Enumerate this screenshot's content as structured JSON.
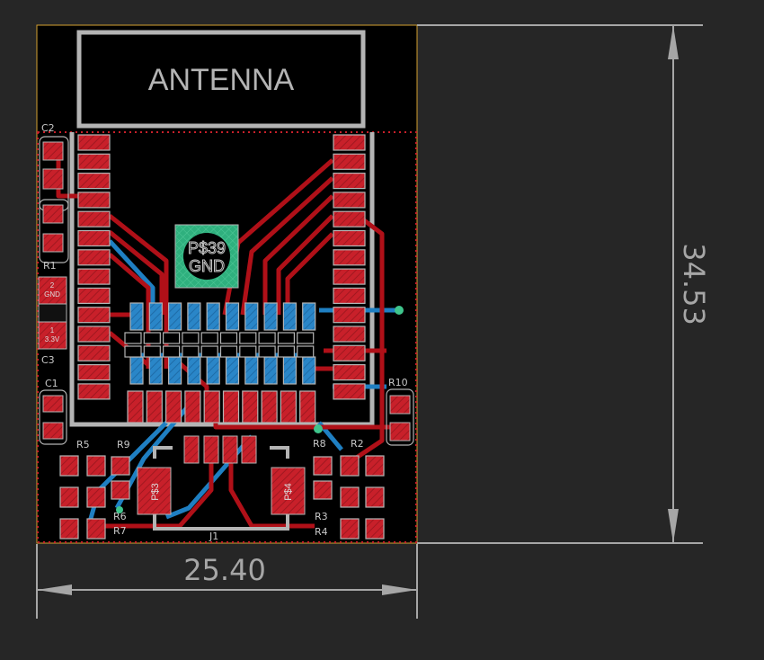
{
  "app": "EAGLE PCB board editor",
  "board": {
    "antenna_label": "ANTENNA",
    "width_dimension": "25.40",
    "height_dimension": "34.53",
    "colors": {
      "background": "#262626",
      "board": "#000000",
      "top_copper": "#c8202a",
      "bottom_copper": "#2a86c8",
      "silkscreen": "#b4b4b4",
      "via": "#3fc58c",
      "outline": "#d4a030",
      "keepout_dots": "#c8202a"
    }
  },
  "components": {
    "gnd_pad_label_1": "P$39",
    "gnd_pad_label_2": "GND",
    "ps3": "P$3",
    "ps4": "P$4",
    "power_pin2_num": "2",
    "power_pin2_name": "GND",
    "power_pin1_num": "1",
    "power_pin1_name": "3.3V",
    "refdes": {
      "c2": "C2",
      "r1": "R1",
      "c3": "C3",
      "c1": "C1",
      "r5": "R5",
      "r9": "R9",
      "r6": "R6",
      "r7": "R7",
      "r8": "R8",
      "r2": "R2",
      "r3": "R3",
      "r4": "R4",
      "r10": "R10",
      "j1": "J1"
    }
  }
}
